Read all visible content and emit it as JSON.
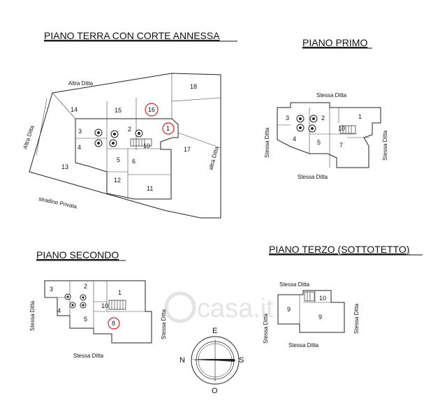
{
  "titles": {
    "ground": "PIANO TERRA CON CORTE ANNESSA",
    "first": "PIANO PRIMO",
    "second": "PIANO SECONDO",
    "third": "PIANO TERZO (SOTTOTETTO)"
  },
  "ground_labels": {
    "altra_ditta_top": "Altra Ditta",
    "altra_ditta_left": "Altra Ditta",
    "altra_ditta_right": "altra Ditta",
    "stradine": "stradine Privata"
  },
  "ground_rooms": [
    "1",
    "2",
    "3",
    "4",
    "5",
    "6",
    "10",
    "11",
    "12",
    "13",
    "14",
    "15",
    "16",
    "17",
    "18"
  ],
  "first_labels": {
    "top": "Stessa Ditta",
    "left": "Stessa Ditta",
    "right": "Stessa Ditta",
    "bottom": "Stessa Ditta"
  },
  "first_rooms": [
    "1",
    "2",
    "3",
    "4",
    "5",
    "7",
    "10"
  ],
  "second_labels": {
    "left": "Stessa Ditta",
    "right": "Stessa Ditta",
    "bottom": "Stessa Ditta"
  },
  "second_rooms": [
    "1",
    "2",
    "3",
    "4",
    "5",
    "8",
    "10"
  ],
  "third_labels": {
    "top": "Stessa Ditta",
    "left": "Stessa Ditta",
    "right": "Stessa Ditta",
    "bottom": "Stessa Ditta"
  },
  "third_rooms": [
    "9",
    "10",
    "9"
  ],
  "compass": {
    "n": "N",
    "e": "E",
    "s": "S",
    "o": "O"
  },
  "watermark": "casa.it"
}
